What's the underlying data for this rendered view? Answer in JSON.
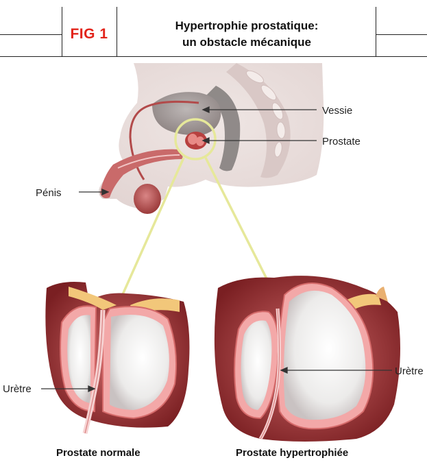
{
  "header": {
    "fig_label": "FIG 1",
    "title_line1": "Hypertrophie prostatique:",
    "title_line2": "un obstacle mécanique"
  },
  "labels": {
    "vessie": "Vessie",
    "prostate": "Prostate",
    "penis": "Pénis",
    "uretre_left": "Urètre",
    "uretre_right": "Urètre"
  },
  "captions": {
    "left": "Prostate normale",
    "right": "Prostate hypertrophiée"
  },
  "colors": {
    "accent": "#e2231a",
    "callout": "#e6e89a",
    "tissue": "#e89a9a",
    "dark_tissue": "#8b2a2a"
  }
}
